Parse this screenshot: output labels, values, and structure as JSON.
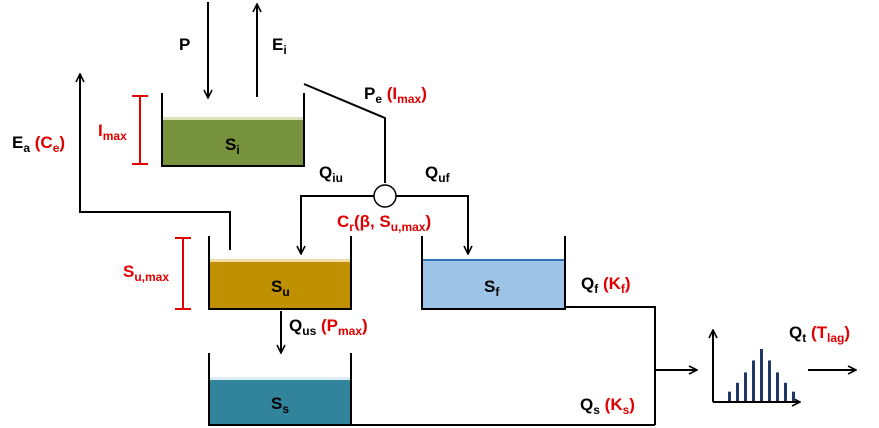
{
  "flux": {
    "P": "P",
    "Ei": {
      "main": "E",
      "sub": "i"
    },
    "Pe": {
      "main": "P",
      "sub": "e",
      "param_main": "I",
      "param_sub": "max"
    },
    "Ea": {
      "main": "E",
      "sub": "a",
      "param_main": "C",
      "param_sub": "e"
    },
    "Qiu": {
      "main": "Q",
      "sub": "iu"
    },
    "Quf": {
      "main": "Q",
      "sub": "uf"
    },
    "Cr": {
      "main": "C",
      "sub": "r",
      "open": "(β, S",
      "sub2": "u,max",
      "close": ")"
    },
    "Qus": {
      "main": "Q",
      "sub": "us",
      "param_main": "P",
      "param_sub": "max"
    },
    "Qf": {
      "main": "Q",
      "sub": "f",
      "param_main": "K",
      "param_sub": "f"
    },
    "Qs": {
      "main": "Q",
      "sub": "s",
      "param_main": "K",
      "param_sub": "s"
    },
    "Qt": {
      "main": "Q",
      "sub": "t",
      "param_main": "T",
      "param_sub": "lag"
    }
  },
  "stores": {
    "Si": {
      "main": "S",
      "sub": "i",
      "color": "#76923c"
    },
    "Su": {
      "main": "S",
      "sub": "u",
      "color": "#bf9000"
    },
    "Sf": {
      "main": "S",
      "sub": "f",
      "color": "#9dc3e6"
    },
    "Ss": {
      "main": "S",
      "sub": "s",
      "color": "#31849b"
    }
  },
  "capacity": {
    "Imax": {
      "main": "I",
      "sub": "max"
    },
    "Sumax": {
      "main": "S",
      "sub": "u,max"
    }
  },
  "unit_hydrograph": [
    0.18,
    0.35,
    0.55,
    0.78,
    1.0,
    0.78,
    0.55,
    0.35,
    0.18
  ],
  "colors": {
    "param": "#e00000",
    "line": "#000000",
    "hydro": "#1f3864"
  }
}
